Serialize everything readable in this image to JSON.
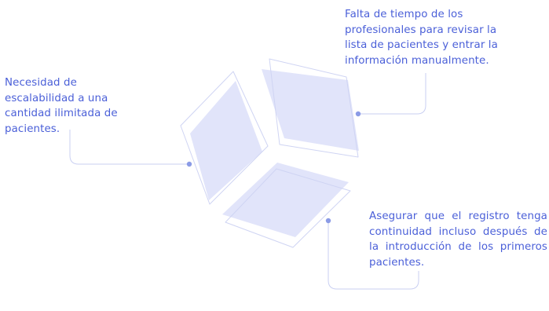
{
  "callouts": {
    "left": "Necesidad de escalabilidad a una cantidad ilimitada de pacientes.",
    "top_right": "Falta de tiempo de los profesionales para revisar la lista de pacientes y entrar la información manualmente.",
    "bottom_right": "Asegurar que el registro tenga continuidad incluso después de la introducción de los primeros pacientes."
  },
  "colors": {
    "face_fill": "#e1e4fa",
    "outline": "#cfd4f3",
    "connector": "#c9cff2",
    "dot": "#8b9be6",
    "text": "#4a5fd8"
  }
}
